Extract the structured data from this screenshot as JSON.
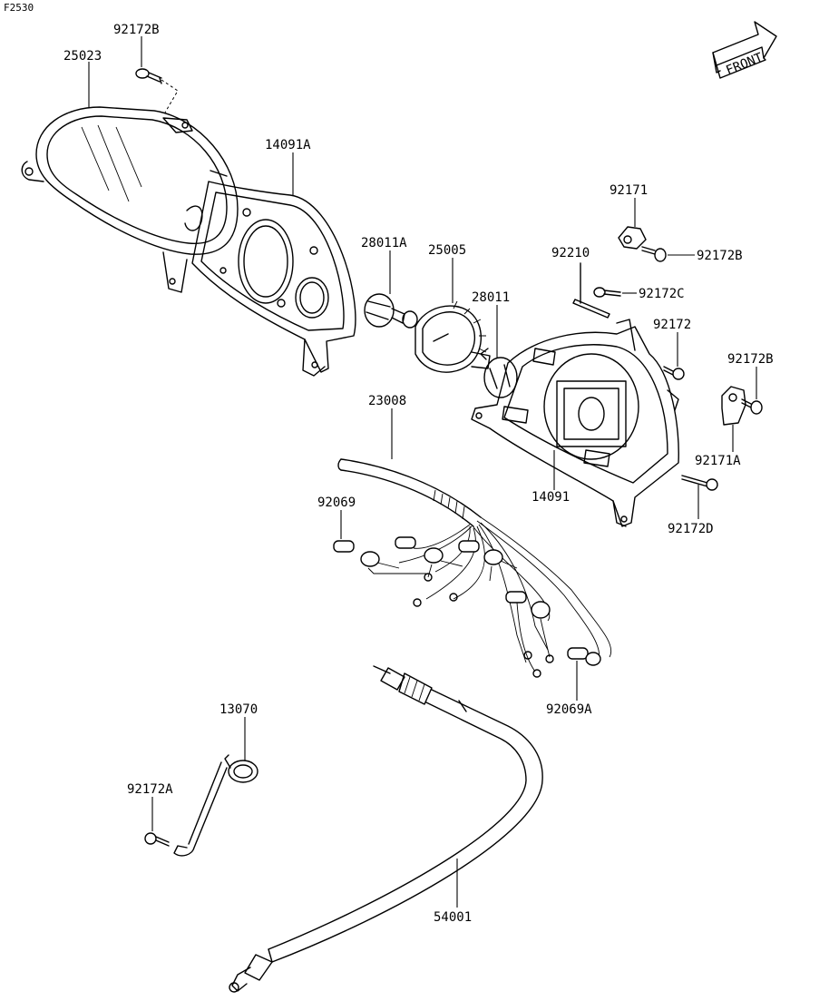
{
  "diagram_code": "F2530",
  "front_label": "FRONT",
  "labels": {
    "p25023": "25023",
    "p92172B_top": "92172B",
    "p14091A": "14091A",
    "p28011A": "28011A",
    "p25005": "25005",
    "p28011": "28011",
    "p92171": "92171",
    "p92172B_mid": "92172B",
    "p92210": "92210",
    "p92172C": "92172C",
    "p92172": "92172",
    "p92172B_right": "92172B",
    "p92171A": "92171A",
    "p23008": "23008",
    "p14091": "14091",
    "p92172D": "92172D",
    "p92069": "92069",
    "p92069A": "92069A",
    "p13070": "13070",
    "p92172A": "92172A",
    "p54001": "54001"
  }
}
